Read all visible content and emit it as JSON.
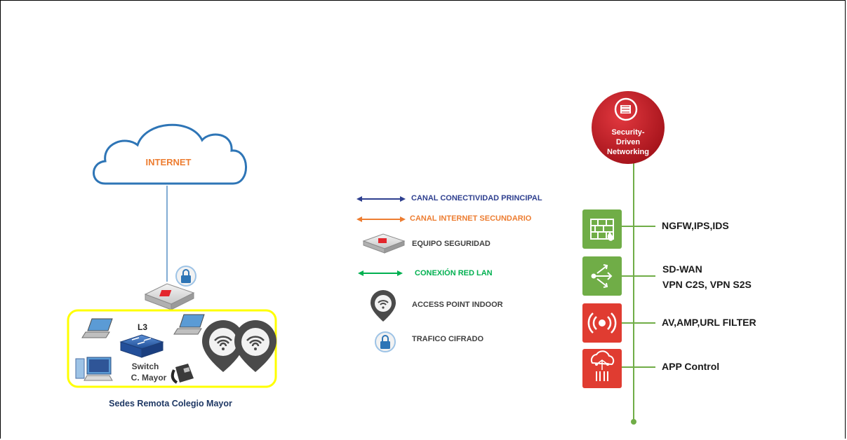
{
  "site": {
    "cloud_label": "INTERNET",
    "switch_l3": "L3",
    "switch_name_line1": "Switch",
    "switch_name_line2": "C. Mayor",
    "caption": "Sedes Remota Colegio Mayor"
  },
  "legend": [
    {
      "label": "CANAL CONECTIVIDAD PRINCIPAL",
      "color": "#2e3f8f"
    },
    {
      "label": "CANAL INTERNET SECUNDARIO",
      "color": "#ed7d31"
    },
    {
      "label": "EQUIPO SEGURIDAD",
      "color": "#404040"
    },
    {
      "label": "CONEXIÓN RED LAN",
      "color": "#00b050"
    },
    {
      "label": "ACCESS POINT INDOOR",
      "color": "#404040"
    },
    {
      "label": "TRAFICO CIFRADO",
      "color": "#404040"
    }
  ],
  "sdn": {
    "badge_line1": "Security-",
    "badge_line2": "Driven",
    "badge_line3": "Networking",
    "features": [
      {
        "line1": "NGFW,IPS,IDS",
        "line2": "",
        "icon": "firewall-icon",
        "color": "#70ad47"
      },
      {
        "line1": "SD-WAN",
        "line2": "VPN C2S, VPN S2S",
        "icon": "sdwan-icon",
        "color": "#70ad47"
      },
      {
        "line1": "AV,AMP,URL FILTER",
        "line2": "",
        "icon": "antivirus-icon",
        "color": "#e03c31"
      },
      {
        "line1": "APP Control",
        "line2": "",
        "icon": "app-control-icon",
        "color": "#e03c31"
      }
    ]
  },
  "colors": {
    "cloud_stroke": "#2e75b6",
    "cloud_text": "#ed7d31",
    "site_box": "#ffff00",
    "trunk": "#70ad47",
    "badge": "#c0191f"
  }
}
